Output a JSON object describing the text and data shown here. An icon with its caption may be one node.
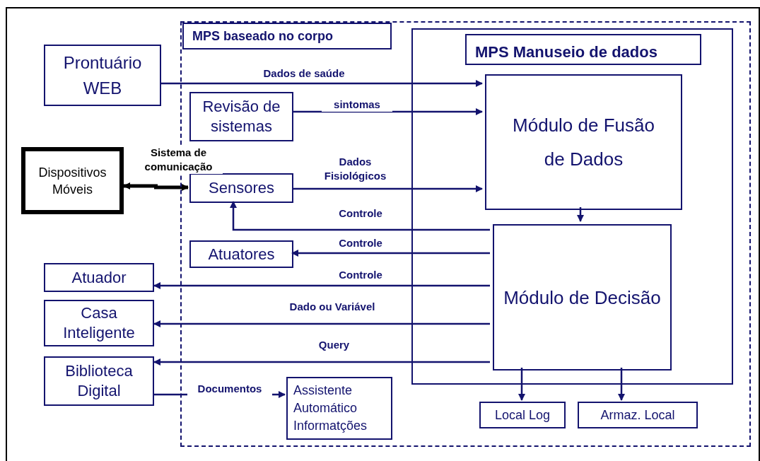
{
  "diagram": {
    "nodes": [
      {
        "text": [
          "MPS baseado no corpo"
        ]
      },
      {
        "text": [
          "MPS Manuseio de dados"
        ],
        "in": 0
      },
      {
        "text": [
          "Prontuário WEB"
        ]
      },
      {
        "text": [
          "Revisão de sistemas"
        ],
        "in": 0
      },
      {
        "text": [
          "Módulo de Fusão de Dados"
        ],
        "in": 1
      },
      {
        "text": [
          "Dispositivos Móveis"
        ]
      },
      {
        "text": [
          "Sensores"
        ],
        "in": 0
      },
      {
        "text": [
          "Módulo de Decisão"
        ],
        "in": 1
      },
      {
        "text": [
          "Atuatores"
        ],
        "in": 0
      },
      {
        "text": [
          "Atuador"
        ]
      },
      {
        "text": [
          "Casa Inteligente"
        ]
      },
      {
        "text": [
          "Biblioteca Digital"
        ]
      },
      {
        "text": [
          "Assistente Automático Informatções"
        ],
        "in": 0
      },
      {
        "text": [
          "Local Log"
        ],
        "in": 0
      },
      {
        "text": [
          "Armaz. Local"
        ],
        "in": 0
      }
    ],
    "edges": [
      {
        "from": 2,
        "to": 4,
        "arrow": "to",
        "label": "Dados de saúde"
      },
      {
        "from": 3,
        "to": 4,
        "arrow": "to",
        "label": "sintomas"
      },
      {
        "from": 5,
        "to": 6,
        "arrow": "both",
        "label": "Sistema de comunicação",
        "style": "thick",
        "color": "#000000"
      },
      {
        "from": 6,
        "to": 4,
        "arrow": "to",
        "label": "Dados Fisiológicos"
      },
      {
        "from": 7,
        "to": 6,
        "arrow": "to",
        "label": "Controle"
      },
      {
        "from": 7,
        "to": 8,
        "arrow": "to",
        "label": "Controle"
      },
      {
        "from": 7,
        "to": 9,
        "arrow": "to",
        "label": "Controle"
      },
      {
        "from": 7,
        "to": 10,
        "arrow": "to",
        "label": "Dado ou Variável"
      },
      {
        "from": 7,
        "to": 11,
        "arrow": "to",
        "label": "Query"
      },
      {
        "from": 11,
        "to": 12,
        "arrow": "to",
        "label": "Documentos"
      },
      {
        "from": 4,
        "to": 7,
        "arrow": "to"
      },
      {
        "from": 7,
        "to": 13,
        "arrow": "to"
      },
      {
        "from": 7,
        "to": 14,
        "arrow": "to"
      }
    ]
  }
}
